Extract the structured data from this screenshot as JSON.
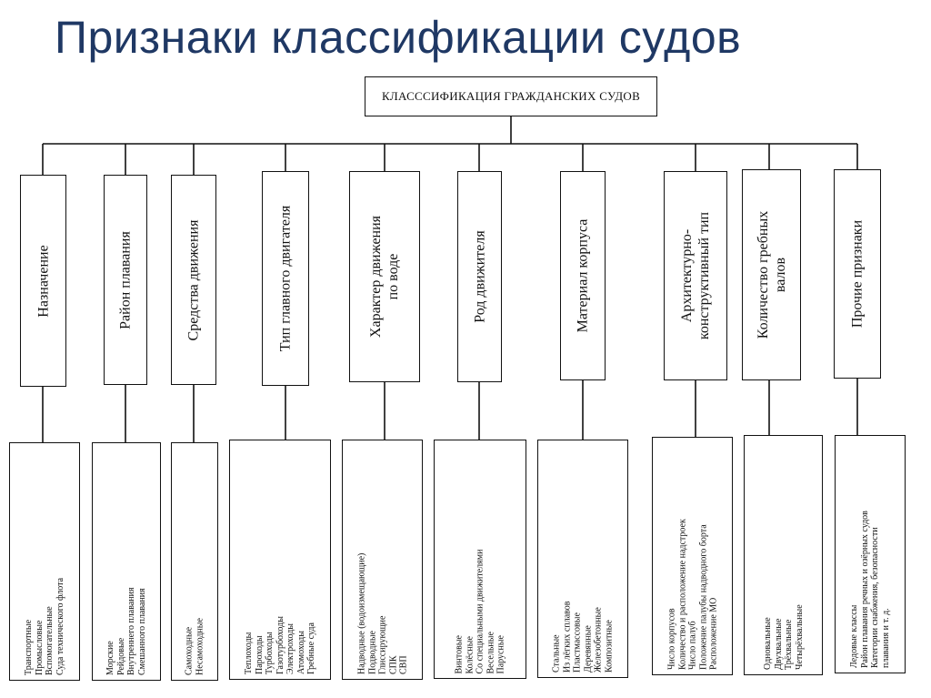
{
  "title": "Признаки классификации судов",
  "root": "КЛАСССИФИКАЦИЯ ГРАЖДАНСКИХ СУДОВ",
  "categories": [
    {
      "label": "Назначение",
      "items": [
        "Транспортные",
        "Промысловые",
        "Вспомогательные",
        "Суда технического флота"
      ]
    },
    {
      "label": "Район плавания",
      "items": [
        "Морские",
        "Рейдовые",
        "Внутреннего плавания",
        "Смешанного плавания"
      ]
    },
    {
      "label": "Средства движения",
      "items": [
        "Самоходные",
        "Несамоходные"
      ]
    },
    {
      "label": "Тип главного двигателя",
      "items": [
        "Теплоходы",
        "Пароходы",
        "Турбоходы",
        "Газотурбоходы",
        "Электроходы",
        "Атомоходы",
        "Гребные суда"
      ]
    },
    {
      "label": "Характер движения\nпо воде",
      "items": [
        "Надводные (водоизмещающие)",
        "Подводные",
        "Глиссирующие",
        "СПК",
        "СВП"
      ]
    },
    {
      "label": "Род движителя",
      "items": [
        "Винтовые",
        "Колёсные",
        "Со специальными движителями",
        "Весельные",
        "Парусные"
      ]
    },
    {
      "label": "Материал корпуса",
      "items": [
        "Стальные",
        "Из лёгких сплавов",
        "Пластмассовые",
        "Деревянные",
        "Железобетонные",
        "Композитные"
      ]
    },
    {
      "label": "Архитектурно-\nконструктивный тип",
      "items": [
        "Число корпусов",
        "Количество и расположение надстроек",
        "Число палуб",
        "Положение палубы надводного борта",
        "Расположение МО"
      ]
    },
    {
      "label": "Количество гребных\nвалов",
      "items": [
        "Одновальные",
        "Двухвальные",
        "Трёхвальные",
        "Четырёхвальные"
      ]
    },
    {
      "label": "Прочие признаки",
      "items": [
        "Ледовые классы",
        "Район плавания речных и озёрных судов",
        "Категории снабжения, безопасности",
        "плавания и т. д."
      ]
    }
  ]
}
